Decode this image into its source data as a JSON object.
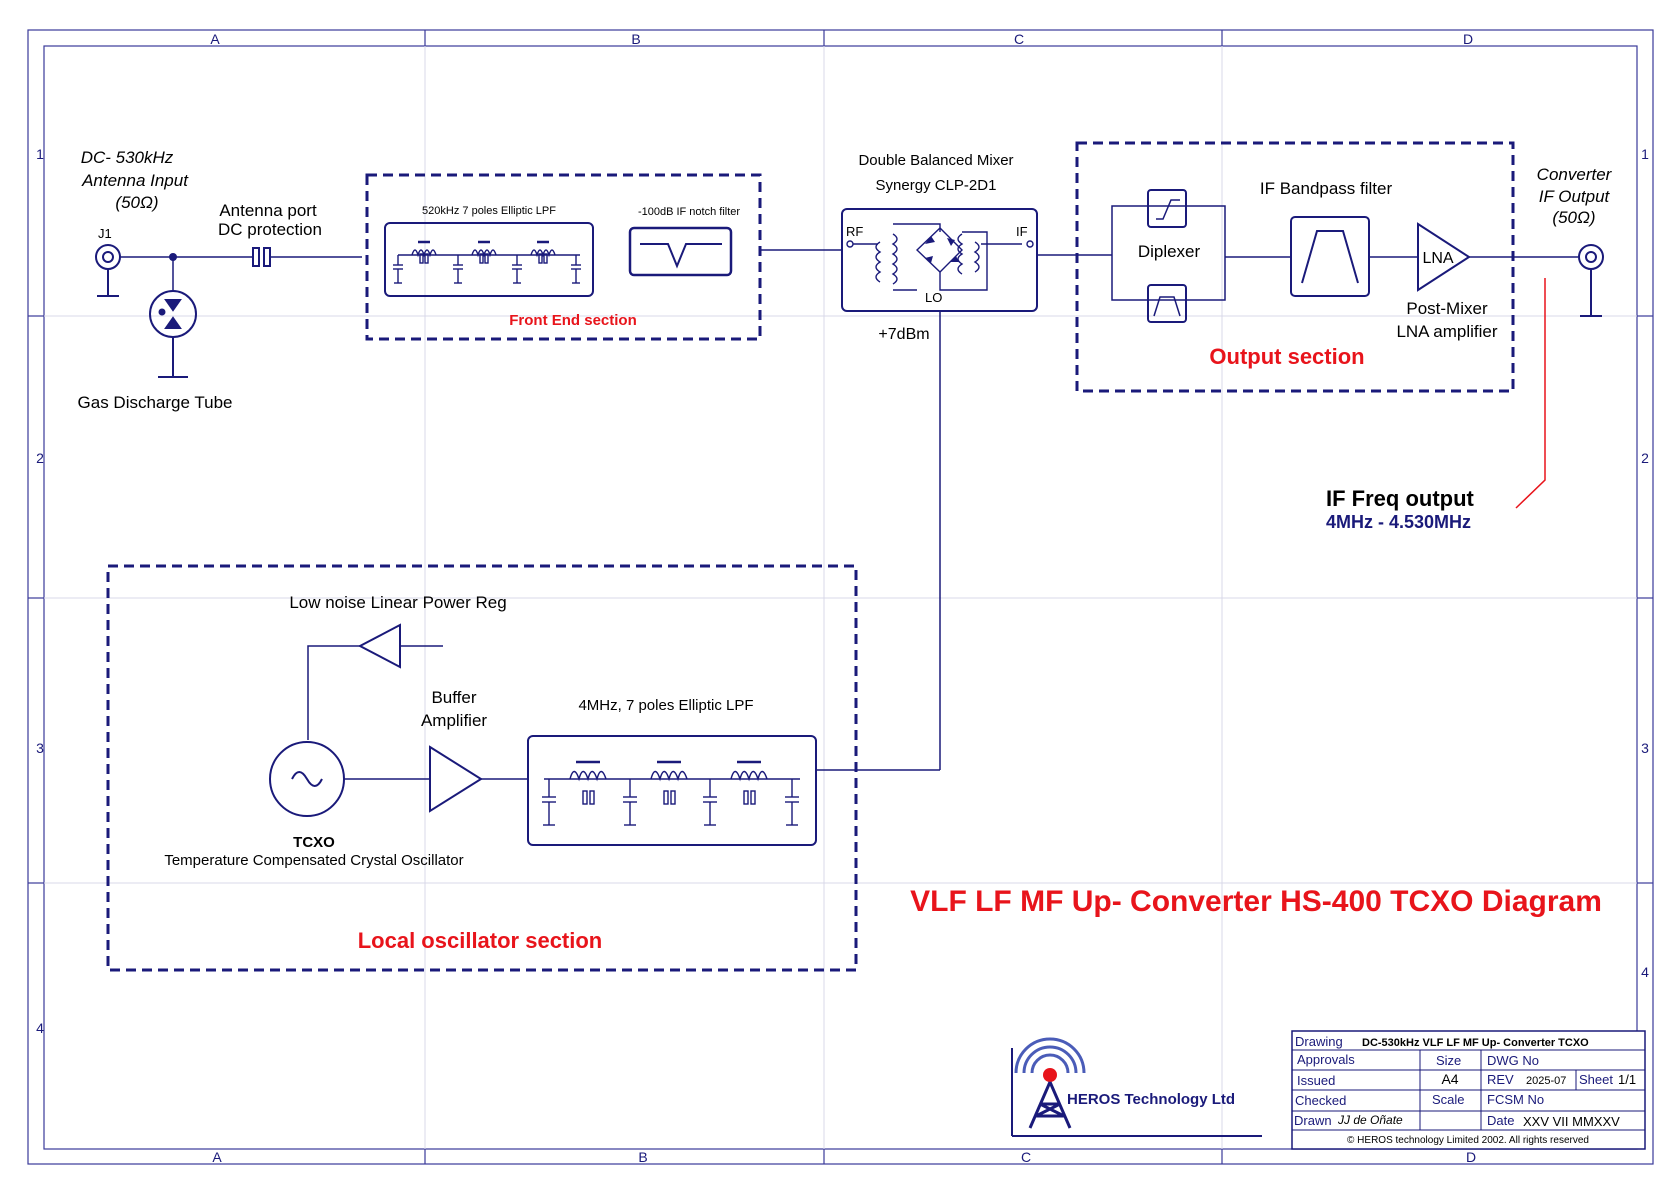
{
  "border": {
    "columns": [
      "A",
      "B",
      "C",
      "D"
    ],
    "rows": [
      "1",
      "2",
      "3",
      "4"
    ]
  },
  "title": "VLF LF MF Up- Converter HS-400 TCXO Diagram",
  "antenna": {
    "label_lines": [
      "DC- 530kHz",
      "Antenna Input",
      "(50Ω)"
    ],
    "ref": "J1",
    "protection_lines": [
      "Antenna port",
      "DC protection"
    ],
    "gdt_label": "Gas Discharge Tube"
  },
  "front_end": {
    "lpf_label": "520kHz 7 poles Elliptic LPF",
    "notch_label": "-100dB IF notch filter",
    "section_label": "Front End section"
  },
  "mixer": {
    "label_lines": [
      "Double Balanced Mixer",
      "Synergy CLP-2D1"
    ],
    "rf": "RF",
    "if": "IF",
    "lo": "LO",
    "lo_level": "+7dBm"
  },
  "output": {
    "diplexer": "Diplexer",
    "if_filter": "IF Bandpass filter",
    "lna": "LNA",
    "lna_label_lines": [
      "Post-Mixer",
      "LNA amplifier"
    ],
    "section_label": "Output section",
    "converter_lines": [
      "Converter",
      "IF Output",
      "(50Ω)"
    ]
  },
  "if_freq": {
    "label": "IF Freq output",
    "range": "4MHz - 4.530MHz"
  },
  "local_osc": {
    "reg_label": "Low noise Linear Power Reg",
    "buffer_lines": [
      "Buffer",
      "Amplifier"
    ],
    "lpf_label": "4MHz, 7 poles Elliptic LPF",
    "tcxo": "TCXO",
    "tcxo_desc": "Temperature Compensated Crystal Oscillator",
    "section_label": "Local oscillator section"
  },
  "title_block": {
    "drawing_label": "Drawing",
    "drawing_value": "DC-530kHz VLF LF MF Up- Converter TCXO",
    "approvals": "Approvals",
    "size_label": "Size",
    "dwg_no": "DWG No",
    "issued": "Issued",
    "size_value": "A4",
    "rev_label": "REV",
    "rev_value": "2025-07",
    "sheet_label": "Sheet",
    "sheet_value": "1/1",
    "checked": "Checked",
    "scale_label": "Scale",
    "fcsm_no": "FCSM No",
    "drawn": "Drawn",
    "drawn_value": "JJ de Oñate",
    "date_label": "Date",
    "date_value": "XXV VII MMXXV",
    "copyright": "© HEROS technology Limited 2002. All rights reserved"
  },
  "logo": {
    "company": "HEROS Technology Ltd"
  },
  "colors": {
    "navy": "#1a1a7a",
    "red": "#e8141b",
    "frame": "#3a3a9a",
    "grid": "#d8d8e8"
  }
}
